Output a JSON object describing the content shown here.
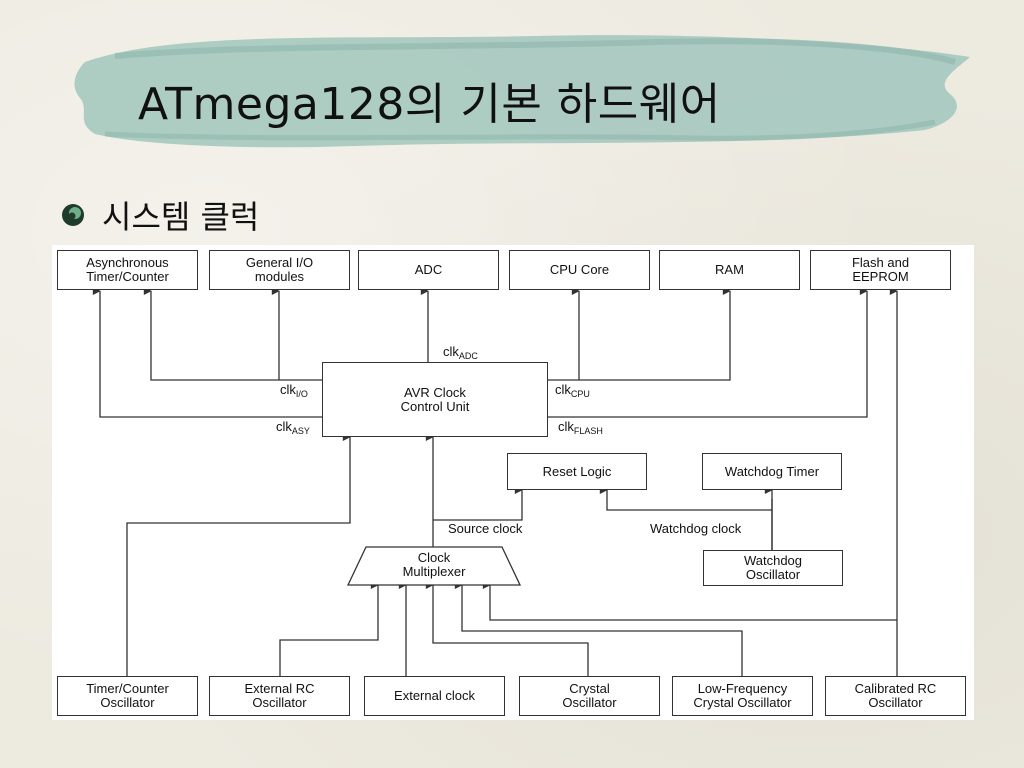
{
  "slide": {
    "title": "ATmega128의 기본 하드웨어",
    "bullet": "시스템 클럭"
  },
  "colors": {
    "brush": "#a9c9c0",
    "brush_dark": "#8db6ab",
    "line": "#333333",
    "bullet_dark": "#1f3b2b",
    "bullet_light": "#6fae8a"
  },
  "diagram": {
    "blocks": {
      "async_timer": "Asynchronous\nTimer/Counter",
      "general_io": "General I/O\nmodules",
      "adc": "ADC",
      "cpu_core": "CPU Core",
      "ram": "RAM",
      "flash_eeprom": "Flash and\nEEPROM",
      "avr_clock": "AVR Clock\nControl Unit",
      "reset_logic": "Reset  Logic",
      "watchdog_timer": "Watchdog  Timer",
      "watchdog_osc": "Watchdog\nOscillator",
      "clock_mux": "Clock\nMultiplexer",
      "timer_osc": "Timer/Counter\nOscillator",
      "ext_rc_osc": "External RC\nOscillator",
      "ext_clock": "External clock",
      "crystal_osc": "Crystal\nOscillator",
      "lf_crystal_osc": "Low-Frequency\nCrystal Oscillator",
      "cal_rc_osc": "Calibrated RC\nOscillator"
    },
    "clocks": {
      "adc": {
        "base": "clk",
        "sub": "ADC"
      },
      "io": {
        "base": "clk",
        "sub": "I/O"
      },
      "asy": {
        "base": "clk",
        "sub": "ASY"
      },
      "cpu": {
        "base": "clk",
        "sub": "CPU"
      },
      "flash": {
        "base": "clk",
        "sub": "FLASH"
      }
    },
    "labels": {
      "source_clock": "Source clock",
      "watchdog_clock": "Watchdog clock"
    }
  }
}
